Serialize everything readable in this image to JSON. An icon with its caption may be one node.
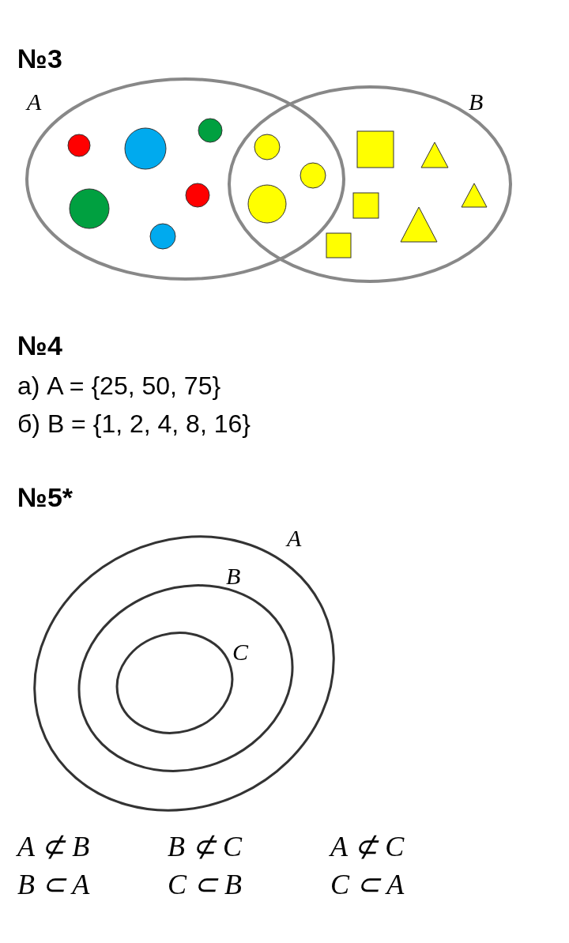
{
  "diagram": {
    "nodes": [
      {
        "text": [
          "A"
        ]
      },
      {
        "text": [
          "B"
        ]
      },
      {
        "text": [
          "A"
        ]
      },
      {
        "text": [
          "B"
        ],
        "in": 2
      },
      {
        "text": [
          "C"
        ],
        "in": 3
      }
    ],
    "labels": [
      "№3",
      "№4",
      "а) A = {25, 50, 75}",
      "б) B = {1, 2, 4, 8, 16}",
      "№5*",
      "A ⊄ B",
      "B ⊄ C",
      "A ⊄ C",
      "B ⊂ A",
      "C ⊂ B",
      "C ⊂ A"
    ]
  }
}
